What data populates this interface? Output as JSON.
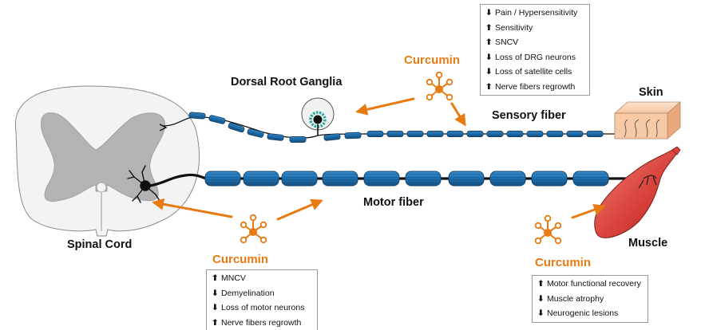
{
  "labels": {
    "dorsal_root_ganglia": "Dorsal Root Ganglia",
    "sensory_fiber": "Sensory fiber",
    "skin": "Skin",
    "motor_fiber": "Motor fiber",
    "spinal_cord": "Spinal Cord",
    "muscle": "Muscle"
  },
  "curcumin_labels": {
    "sensory": "Curcumin",
    "motor": "Curcumin",
    "muscle": "Curcumin"
  },
  "sensory_effects": [
    {
      "dir": "⬇",
      "text": "Pain / Hypersensitivity"
    },
    {
      "dir": "⬆",
      "text": "Sensitivity"
    },
    {
      "dir": "⬆",
      "text": "SNCV"
    },
    {
      "dir": "⬇",
      "text": "Loss of DRG neurons"
    },
    {
      "dir": "⬇",
      "text": "Loss of satellite cells"
    },
    {
      "dir": "⬆",
      "text": "Nerve fibers regrowth"
    }
  ],
  "motor_effects": [
    {
      "dir": "⬆",
      "text": "MNCV"
    },
    {
      "dir": "⬇",
      "text": "Demyelination"
    },
    {
      "dir": "⬇",
      "text": "Loss of motor neurons"
    },
    {
      "dir": "⬆",
      "text": "Nerve fibers regrowth"
    }
  ],
  "muscle_effects": [
    {
      "dir": "⬆",
      "text": "Motor functional recovery"
    },
    {
      "dir": "⬇",
      "text": "Muscle atrophy"
    },
    {
      "dir": "⬇",
      "text": "Neurogenic lesions"
    }
  ],
  "colors": {
    "myelin": "#1f6fb0",
    "myelin_dark": "#0f3f66",
    "arrow": "#e87a12",
    "curcumin": "#e87a12",
    "cord_outer": "#f4f4f4",
    "cord_gray": "#b5b5b5",
    "skin": "#f7c9a4",
    "muscle": "#d9413a",
    "dgr_ring": "#2aa79a"
  },
  "icons": {
    "up": "up-arrow-icon",
    "down": "down-arrow-icon",
    "curcumin": "curcumin-molecule-icon"
  }
}
